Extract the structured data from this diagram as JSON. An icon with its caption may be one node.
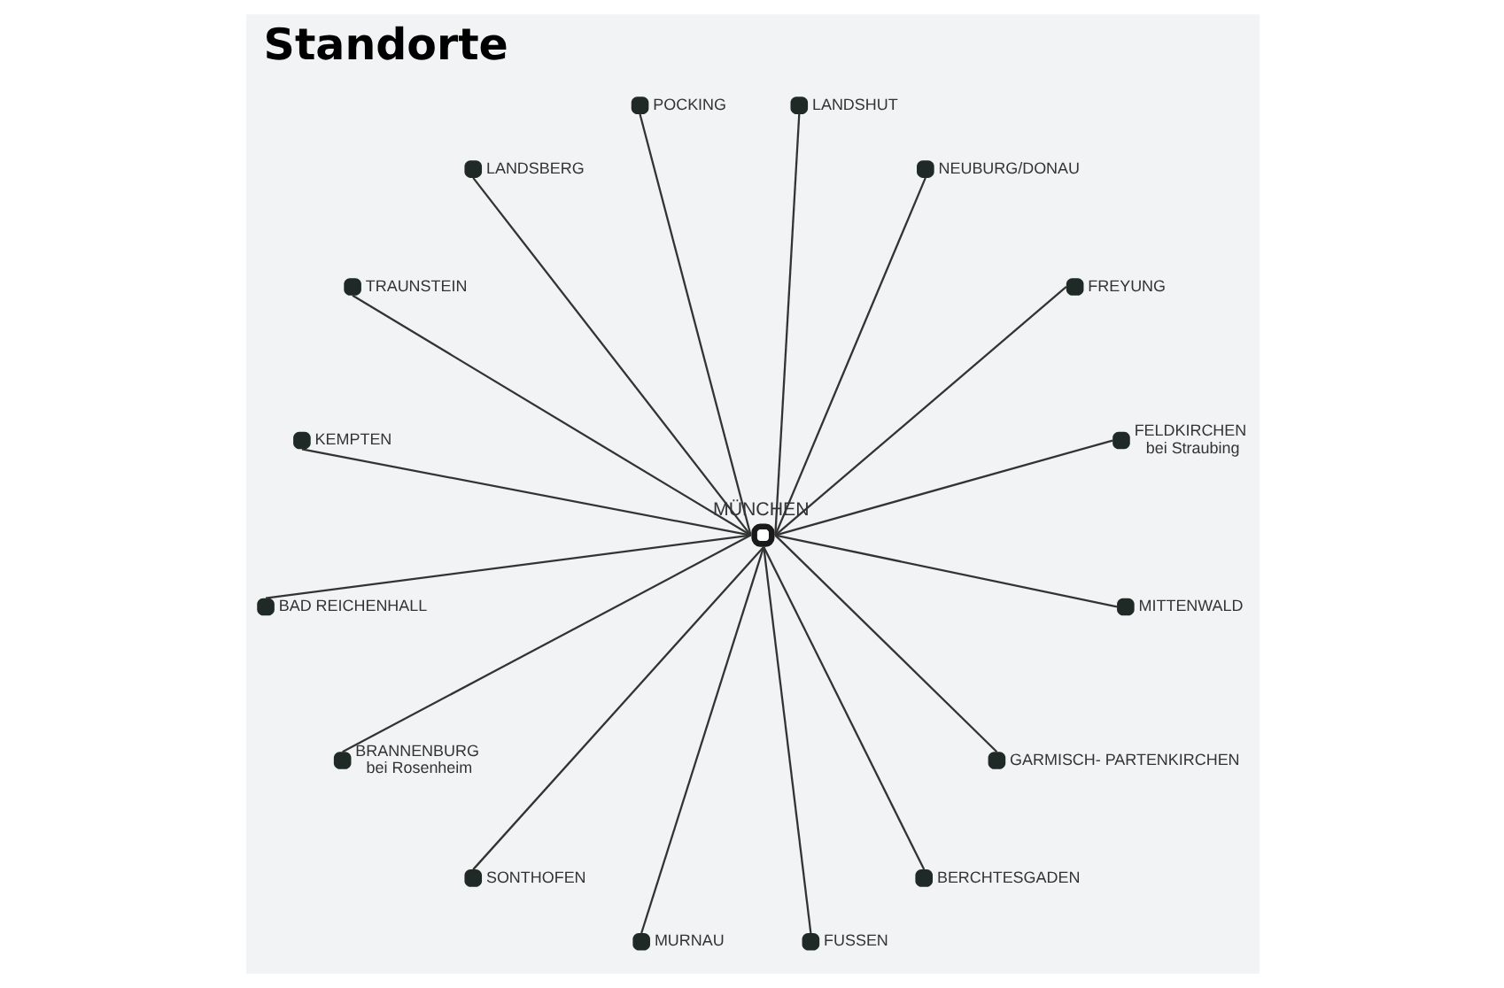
{
  "diagram": {
    "title": "Standorte",
    "nodes": [
      {
        "text": [
          "FELDKIRCHEN",
          "bei Straubing"
        ]
      },
      {
        "text": [
          "FREYUNG"
        ]
      },
      {
        "text": [
          "NEUBURG/DONAU"
        ]
      },
      {
        "text": [
          "LANDSHUT"
        ]
      },
      {
        "text": [
          "POCKING"
        ]
      },
      {
        "text": [
          "MÜNCHEN"
        ]
      },
      {
        "text": [
          "LANDSBERG"
        ]
      },
      {
        "text": [
          "TRAUNSTEIN"
        ]
      },
      {
        "text": [
          "KEMPTEN"
        ]
      },
      {
        "text": [
          "BAD REICHENHALL"
        ]
      },
      {
        "text": [
          "BRANNENBURG",
          "bei Rosenheim"
        ]
      },
      {
        "text": [
          "SONTHOFEN"
        ]
      },
      {
        "text": [
          "MURNAU"
        ]
      },
      {
        "text": [
          "FUSSEN"
        ]
      },
      {
        "text": [
          "BERCHTESGADEN"
        ]
      },
      {
        "text": [
          "GARMISCH- PARTENKIRCHEN"
        ]
      },
      {
        "text": [
          "MITTENWALD"
        ]
      }
    ],
    "edges": [
      {
        "from": 5,
        "to": 0,
        "arrow": "none"
      },
      {
        "from": 5,
        "to": 1,
        "arrow": "none"
      },
      {
        "from": 5,
        "to": 2,
        "arrow": "none"
      },
      {
        "from": 5,
        "to": 3,
        "arrow": "none"
      },
      {
        "from": 5,
        "to": 4,
        "arrow": "none"
      },
      {
        "from": 5,
        "to": 6,
        "arrow": "none"
      },
      {
        "from": 5,
        "to": 7,
        "arrow": "none"
      },
      {
        "from": 5,
        "to": 8,
        "arrow": "none"
      },
      {
        "from": 5,
        "to": 9,
        "arrow": "none"
      },
      {
        "from": 5,
        "to": 10,
        "arrow": "none"
      },
      {
        "from": 5,
        "to": 11,
        "arrow": "none"
      },
      {
        "from": 5,
        "to": 12,
        "arrow": "none"
      },
      {
        "from": 5,
        "to": 13,
        "arrow": "none"
      },
      {
        "from": 5,
        "to": 14,
        "arrow": "none"
      },
      {
        "from": 5,
        "to": 15,
        "arrow": "none"
      },
      {
        "from": 5,
        "to": 16,
        "arrow": "none"
      }
    ]
  }
}
